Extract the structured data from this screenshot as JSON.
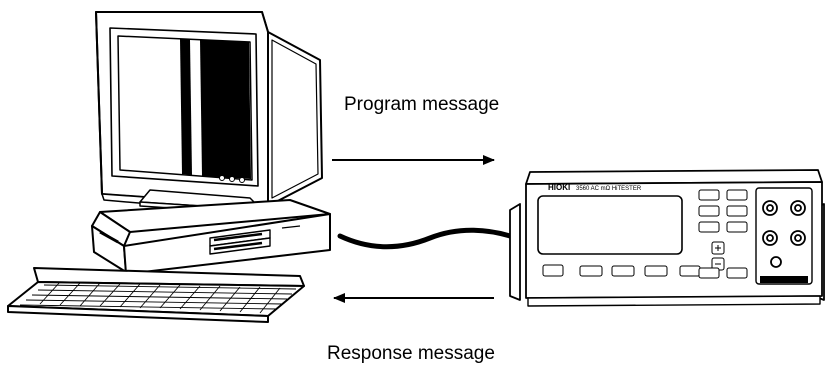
{
  "labels": {
    "program_message": "Program message",
    "response_message": "Response message"
  },
  "instrument": {
    "brand": "HIOKI",
    "model": "3560 AC mΩ HiTESTER"
  },
  "colors": {
    "line": "#000000",
    "background": "#ffffff",
    "screen_dark": "#000000"
  },
  "icons": [
    "computer-icon",
    "instrument-icon",
    "cable-icon",
    "arrow-right-icon",
    "arrow-left-icon"
  ]
}
